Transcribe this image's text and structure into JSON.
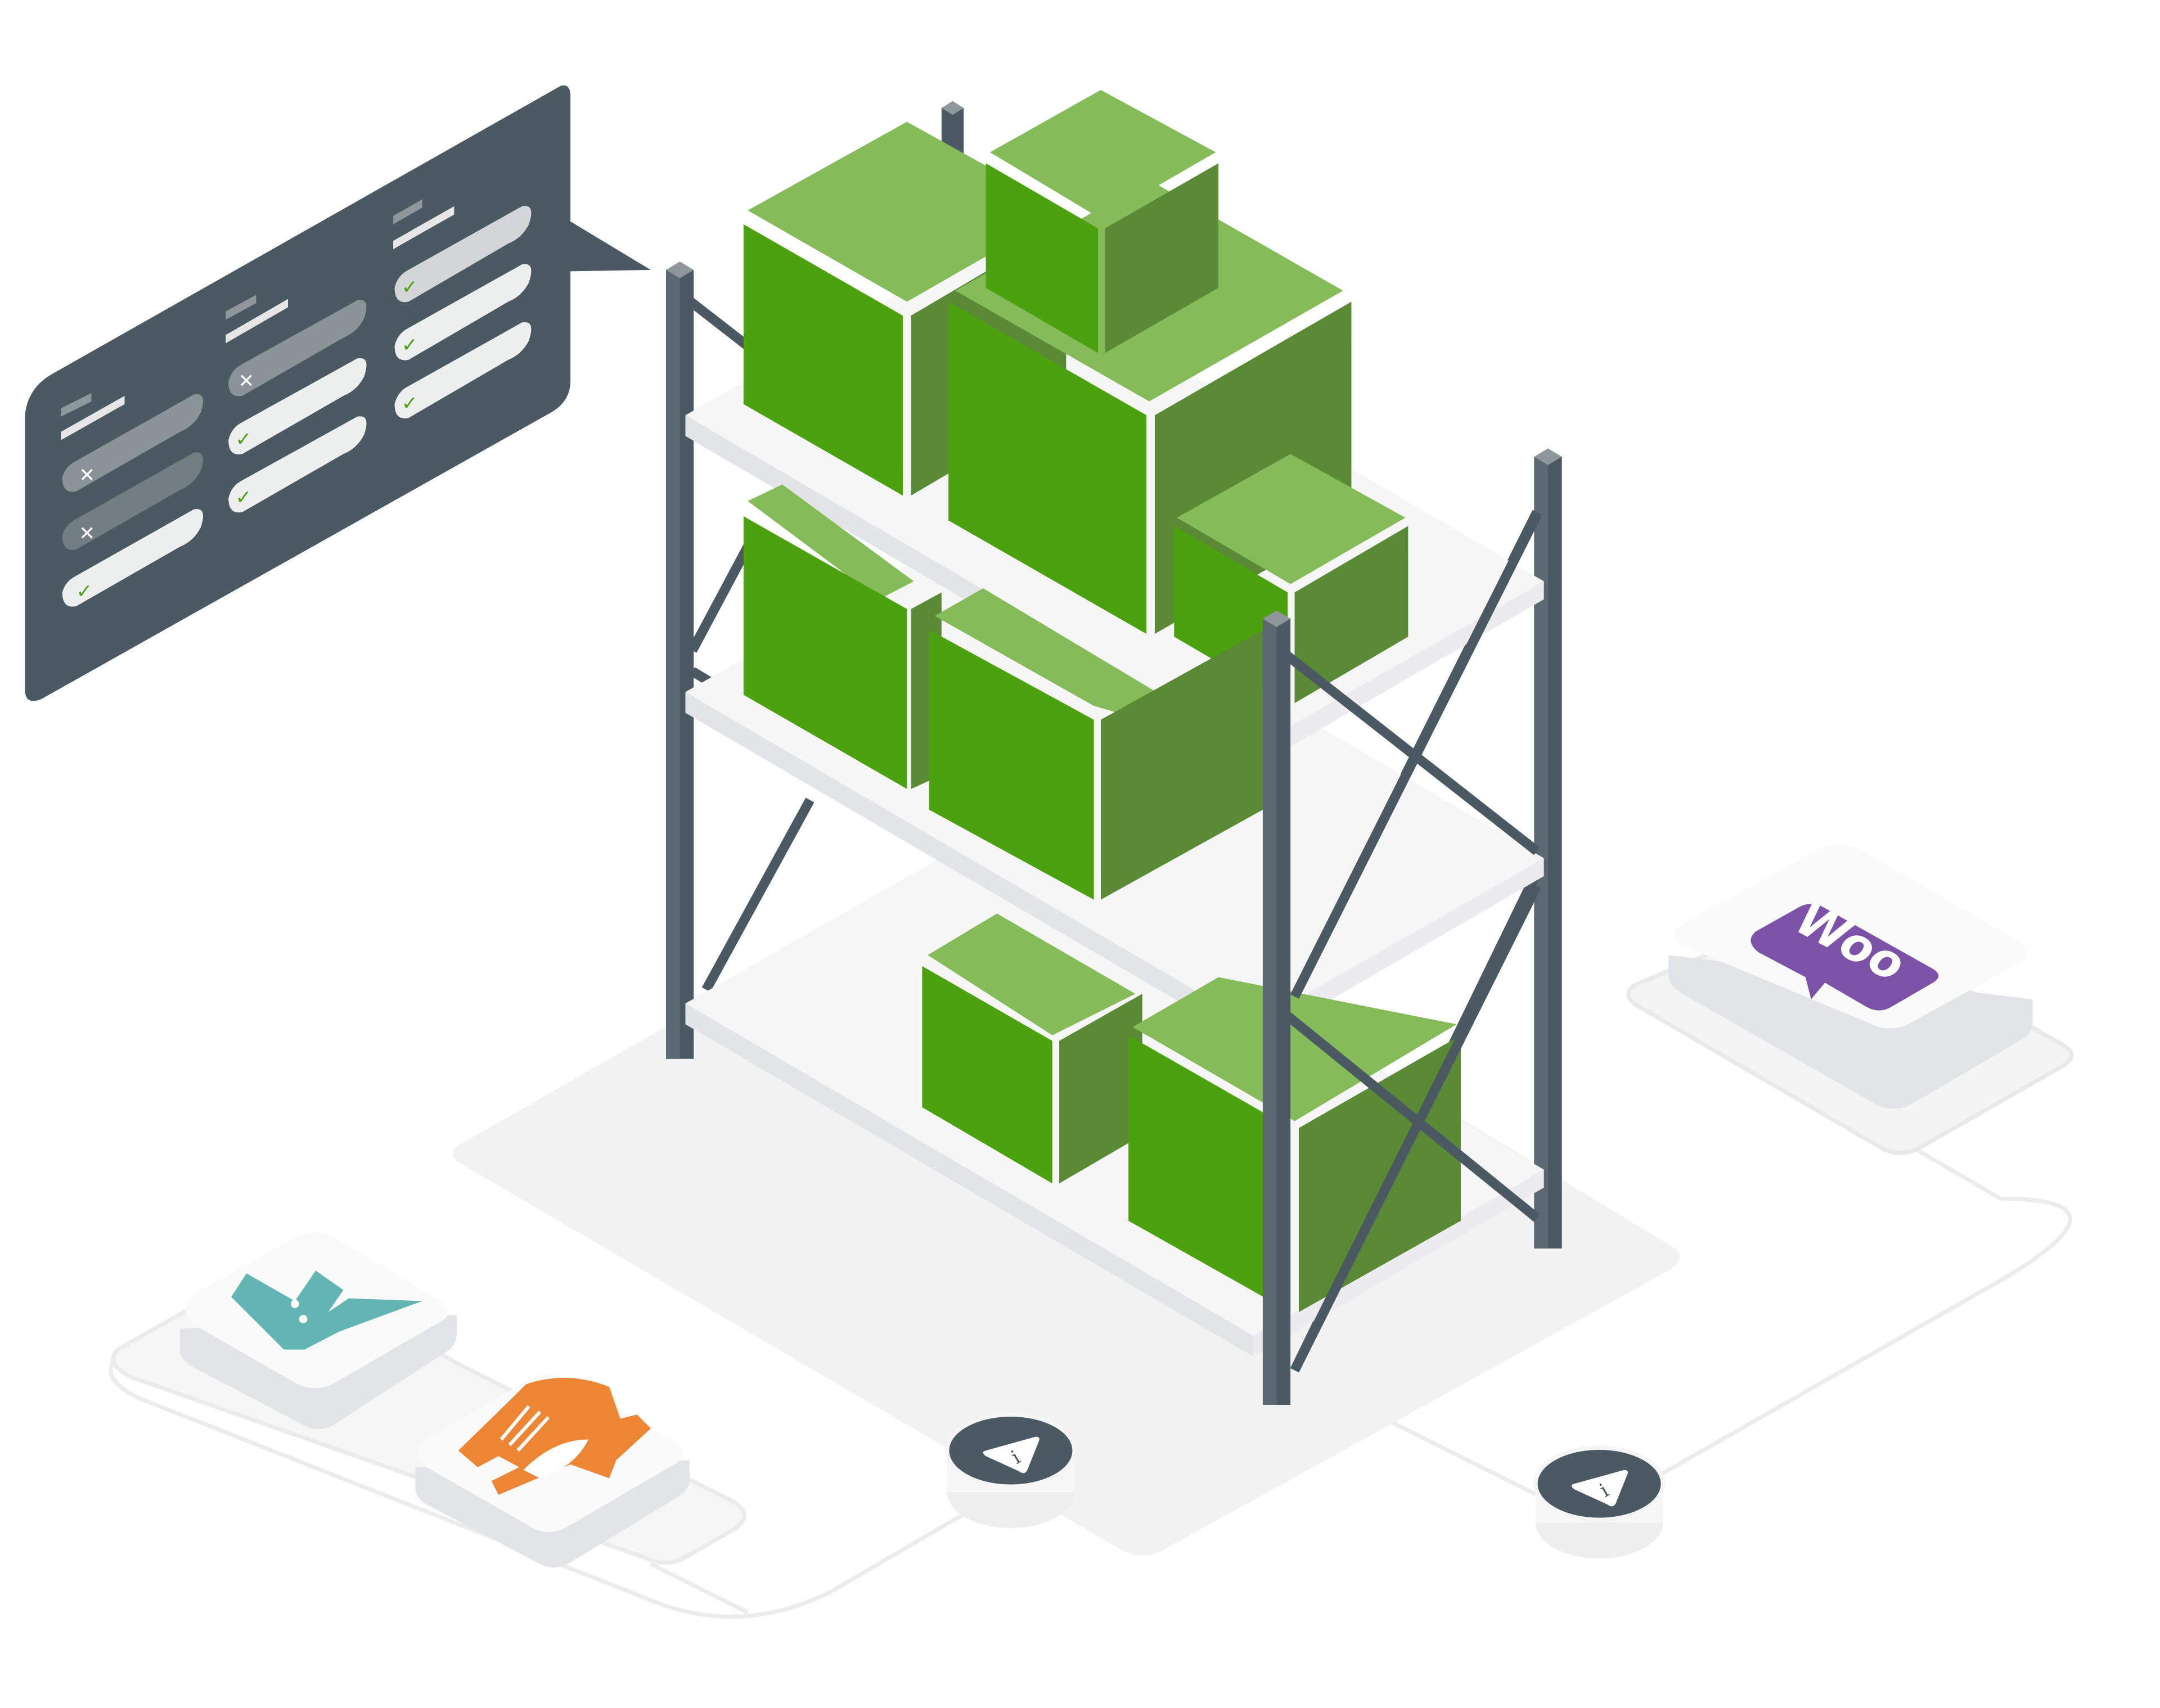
{
  "illustration": {
    "subject": "Isometric warehouse shelf stocked with green boxes connected to sales channels",
    "colors": {
      "background": "#ffffff",
      "floor": "#f2f2f2",
      "shelf_top": "#f6f6f6",
      "shelf_edge": "#e3e4e8",
      "rack_dark": "#4a5962",
      "rack_light": "#5b6a72",
      "rack_cap": "#8e979c",
      "box_top": "#86bb5a",
      "box_left": "#4ca10f",
      "box_right": "#5a8a36",
      "panel": "#4a5962",
      "check_green": "#4ca10f",
      "woo_purple": "#7b52a8",
      "deliveroo_teal": "#62b5b2",
      "justeat_orange": "#ec8534",
      "connector": "#e9e9ea"
    }
  },
  "checklist_panel": {
    "columns": [
      {
        "rows": [
          {
            "status": "fail",
            "icon": "x-icon"
          },
          {
            "status": "fail",
            "icon": "x-icon"
          },
          {
            "status": "pass",
            "icon": "check-icon"
          }
        ]
      },
      {
        "rows": [
          {
            "status": "fail",
            "icon": "x-icon"
          },
          {
            "status": "pass",
            "icon": "check-icon"
          },
          {
            "status": "pass",
            "icon": "check-icon"
          }
        ]
      },
      {
        "rows": [
          {
            "status": "pass",
            "icon": "check-icon"
          },
          {
            "status": "pass",
            "icon": "check-icon"
          },
          {
            "status": "pass",
            "icon": "check-icon"
          }
        ]
      }
    ],
    "x_glyph": "✕",
    "check_glyph": "✓"
  },
  "channels": {
    "woocommerce": {
      "label": "Woo",
      "icon": "woocommerce-logo"
    },
    "deliveroo": {
      "icon": "deliveroo-logo"
    },
    "justeat": {
      "icon": "just-eat-logo"
    }
  },
  "alerts": [
    {
      "icon": "warning-info-icon",
      "glyph": "i"
    },
    {
      "icon": "warning-info-icon",
      "glyph": "i"
    }
  ]
}
